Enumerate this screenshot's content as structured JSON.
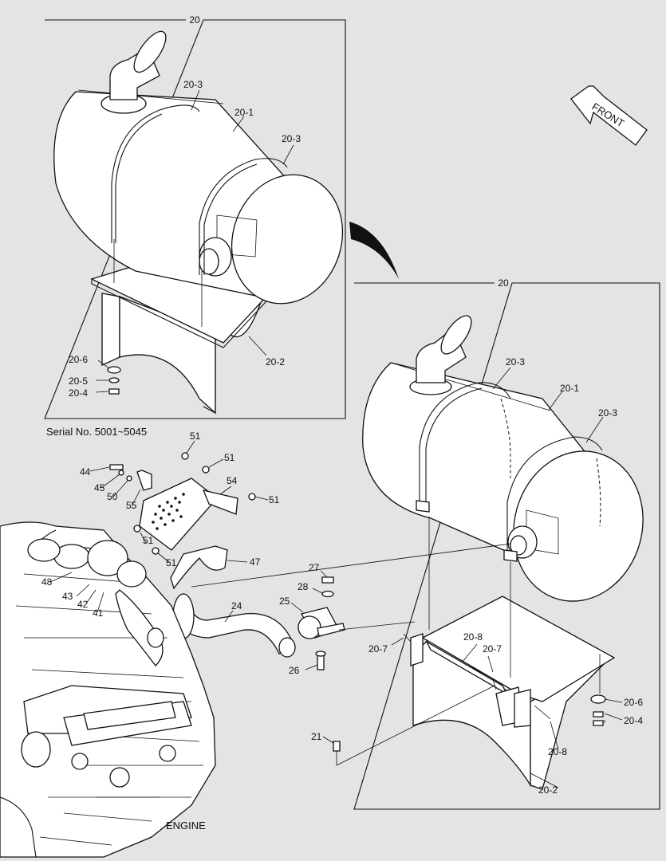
{
  "panels": {
    "upper": {
      "title": "20"
    },
    "lower": {
      "title": "20"
    }
  },
  "serial_note": "Serial No. 5001~5045",
  "front_label": "FRONT",
  "engine_label": "ENGINE",
  "labels": {
    "p1_20_3a": "20-3",
    "p1_20_1": "20-1",
    "p1_20_3b": "20-3",
    "p1_20_2": "20-2",
    "p1_20_6": "20-6",
    "p1_20_5": "20-5",
    "p1_20_4": "20-4",
    "p2_20_3a": "20-3",
    "p2_20_1": "20-1",
    "p2_20_3b": "20-3",
    "p2_20_8a": "20-8",
    "p2_20_7a": "20-7",
    "p2_20_7b": "20-7",
    "p2_20_6": "20-6",
    "p2_20_4": "20-4",
    "p2_20_8b": "20-8",
    "p2_20_2": "20-2",
    "n51a": "51",
    "n51b": "51",
    "n51c": "51",
    "n51d": "51",
    "n51e": "51",
    "n54": "54",
    "n44": "44",
    "n45": "45",
    "n50": "50",
    "n55": "55",
    "n47": "47",
    "n48": "48",
    "n43": "43",
    "n42": "42",
    "n41": "41",
    "n27": "27",
    "n28": "28",
    "n25": "25",
    "n24": "24",
    "n26": "26",
    "n21": "21"
  }
}
